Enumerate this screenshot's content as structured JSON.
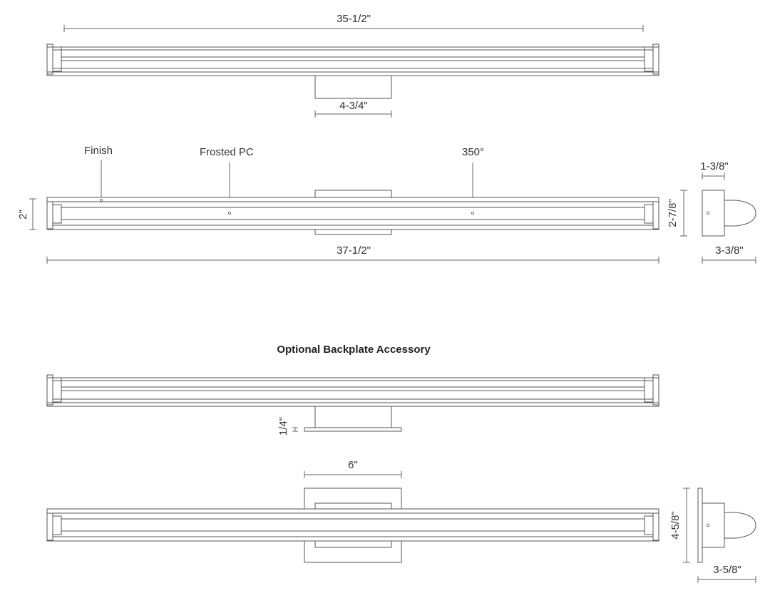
{
  "section_title": "Optional Backplate Accessory",
  "dimensions": {
    "top_overall_width": "35-1/2\"",
    "top_mount_width": "4-3/4\"",
    "front_height": "2\"",
    "front_overall_width": "37-1/2\"",
    "side_depth_top": "1-3/8\"",
    "side_height": "2-7/8\"",
    "side_depth": "3-3/8\"",
    "backplate_thickness": "1/4\"",
    "backplate_width": "6\"",
    "backplate_side_height": "4-5/8\"",
    "backplate_side_depth": "3-5/8\""
  },
  "callouts": {
    "finish": "Finish",
    "frosted": "Frosted PC",
    "rotation": "350°"
  }
}
